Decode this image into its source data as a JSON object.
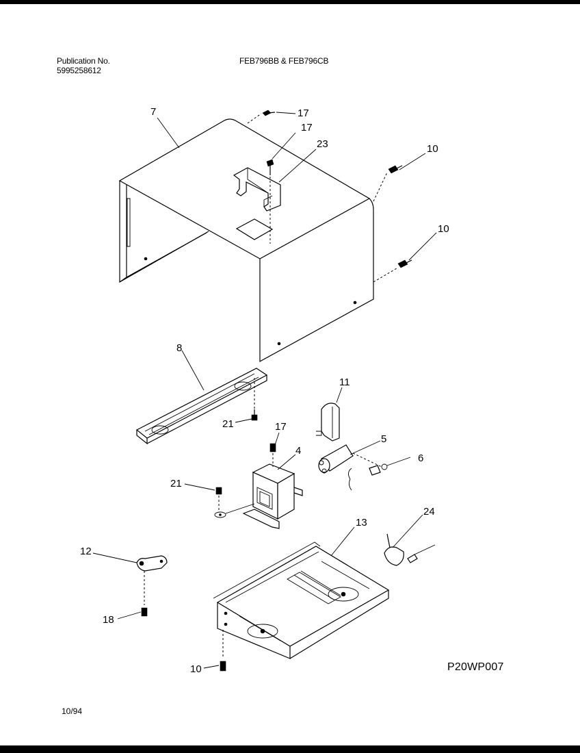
{
  "header": {
    "publication_label": "Publication No.",
    "publication_number": "5995258612",
    "model_numbers": "FEB796BB & FEB796CB"
  },
  "footer": {
    "date": "10/94",
    "figure_code": "P20WP007"
  },
  "callouts": {
    "c7": "7",
    "c17_top": "17",
    "c17_mid": "17",
    "c23": "23",
    "c10_upper": "10",
    "c10_mid": "10",
    "c8": "8",
    "c11": "11",
    "c21_right": "21",
    "c17_low": "17",
    "c5": "5",
    "c4": "4",
    "c6": "6",
    "c21_left": "21",
    "c24": "24",
    "c13": "13",
    "c12": "12",
    "c18": "18",
    "c10_bottom": "10"
  }
}
